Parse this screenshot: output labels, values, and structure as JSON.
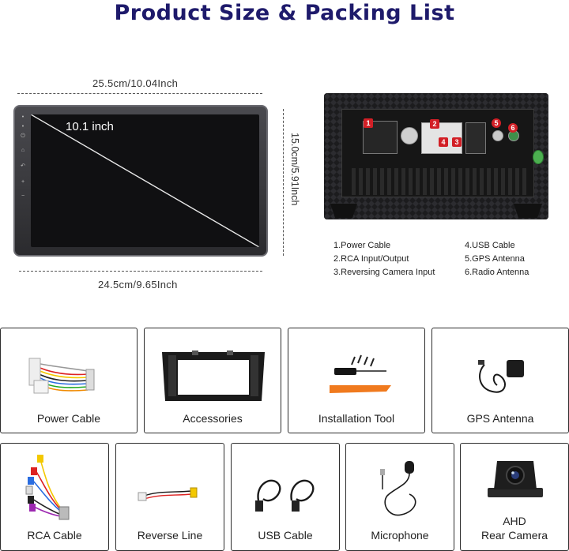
{
  "title": "Product Size & Packing List",
  "dimensions": {
    "width_top": "25.5cm/10.04Inch",
    "width_bottom": "24.5cm/9.65Inch",
    "height": "15.0cm/5.91Inch",
    "screen_size": "10.1 inch"
  },
  "back_panel": {
    "badges": [
      "1",
      "2",
      "3",
      "4",
      "5",
      "6"
    ]
  },
  "legend": {
    "left": [
      "1.Power Cable",
      "2.RCA Input/Output",
      "3.Reversing Camera Input"
    ],
    "right": [
      "4.USB Cable",
      "5.GPS Antenna",
      "6.Radio Antenna"
    ]
  },
  "packing_list": {
    "row1": [
      "Power Cable",
      "Accessories",
      "Installation Tool",
      "GPS Antenna"
    ],
    "row2": [
      "RCA Cable",
      "Reverse Line",
      "USB Cable",
      "Microphone"
    ],
    "camera_line1": "AHD",
    "camera_line2": "Rear Camera"
  },
  "colors": {
    "title": "#1e1a6b",
    "badge": "#d21f26",
    "tool_orange": "#f07a1e"
  }
}
